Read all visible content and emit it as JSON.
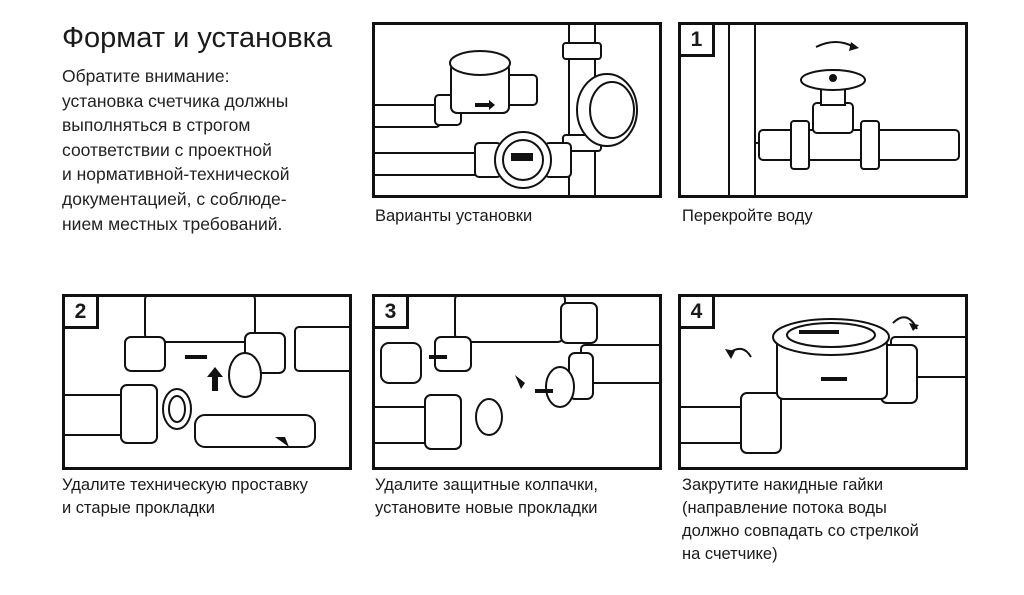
{
  "title": "Формат и установка",
  "intro_lines": [
    "Обратите внимание:",
    "установка счетчика должны",
    "выполняться в строгом",
    "соответствии с проектной",
    "и нормативной-технической",
    "документацией, с соблюде-",
    "нием местных требований."
  ],
  "panels": [
    {
      "number": "",
      "caption_lines": [
        "Варианты установки"
      ]
    },
    {
      "number": "1",
      "caption_lines": [
        "Перекройте воду"
      ]
    },
    {
      "number": "2",
      "caption_lines": [
        "Удалите техническую проставку",
        "и старые прокладки"
      ]
    },
    {
      "number": "3",
      "caption_lines": [
        "Удалите защитные колпачки,",
        "установите новые прокладки"
      ]
    },
    {
      "number": "4",
      "caption_lines": [
        "Закрутите накидные гайки",
        "(направление потока воды",
        "должно совпадать со стрелкой",
        "на счетчике)"
      ]
    }
  ]
}
